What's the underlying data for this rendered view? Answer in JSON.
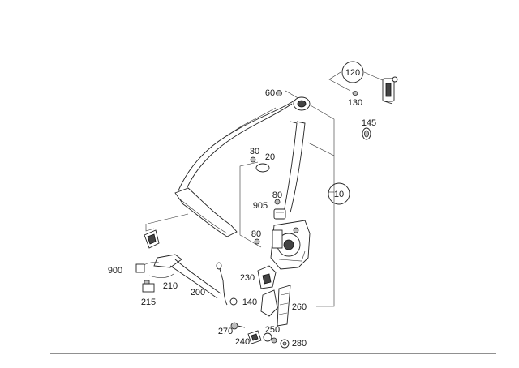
{
  "diagram": {
    "callouts": [
      {
        "id": "120",
        "circled": true
      },
      {
        "id": "130",
        "circled": false
      },
      {
        "id": "60",
        "circled": false
      },
      {
        "id": "145",
        "circled": false
      },
      {
        "id": "30",
        "circled": false
      },
      {
        "id": "20",
        "circled": false
      },
      {
        "id": "10",
        "circled": true
      },
      {
        "id": "80",
        "circled": false
      },
      {
        "id": "905",
        "circled": false
      },
      {
        "id": "80",
        "circled": false
      },
      {
        "id": "900",
        "circled": false
      },
      {
        "id": "210",
        "circled": false
      },
      {
        "id": "215",
        "circled": false
      },
      {
        "id": "200",
        "circled": false
      },
      {
        "id": "230",
        "circled": false
      },
      {
        "id": "140",
        "circled": false
      },
      {
        "id": "260",
        "circled": false
      },
      {
        "id": "270",
        "circled": false
      },
      {
        "id": "250",
        "circled": false
      },
      {
        "id": "240",
        "circled": false
      },
      {
        "id": "280",
        "circled": false
      }
    ]
  }
}
